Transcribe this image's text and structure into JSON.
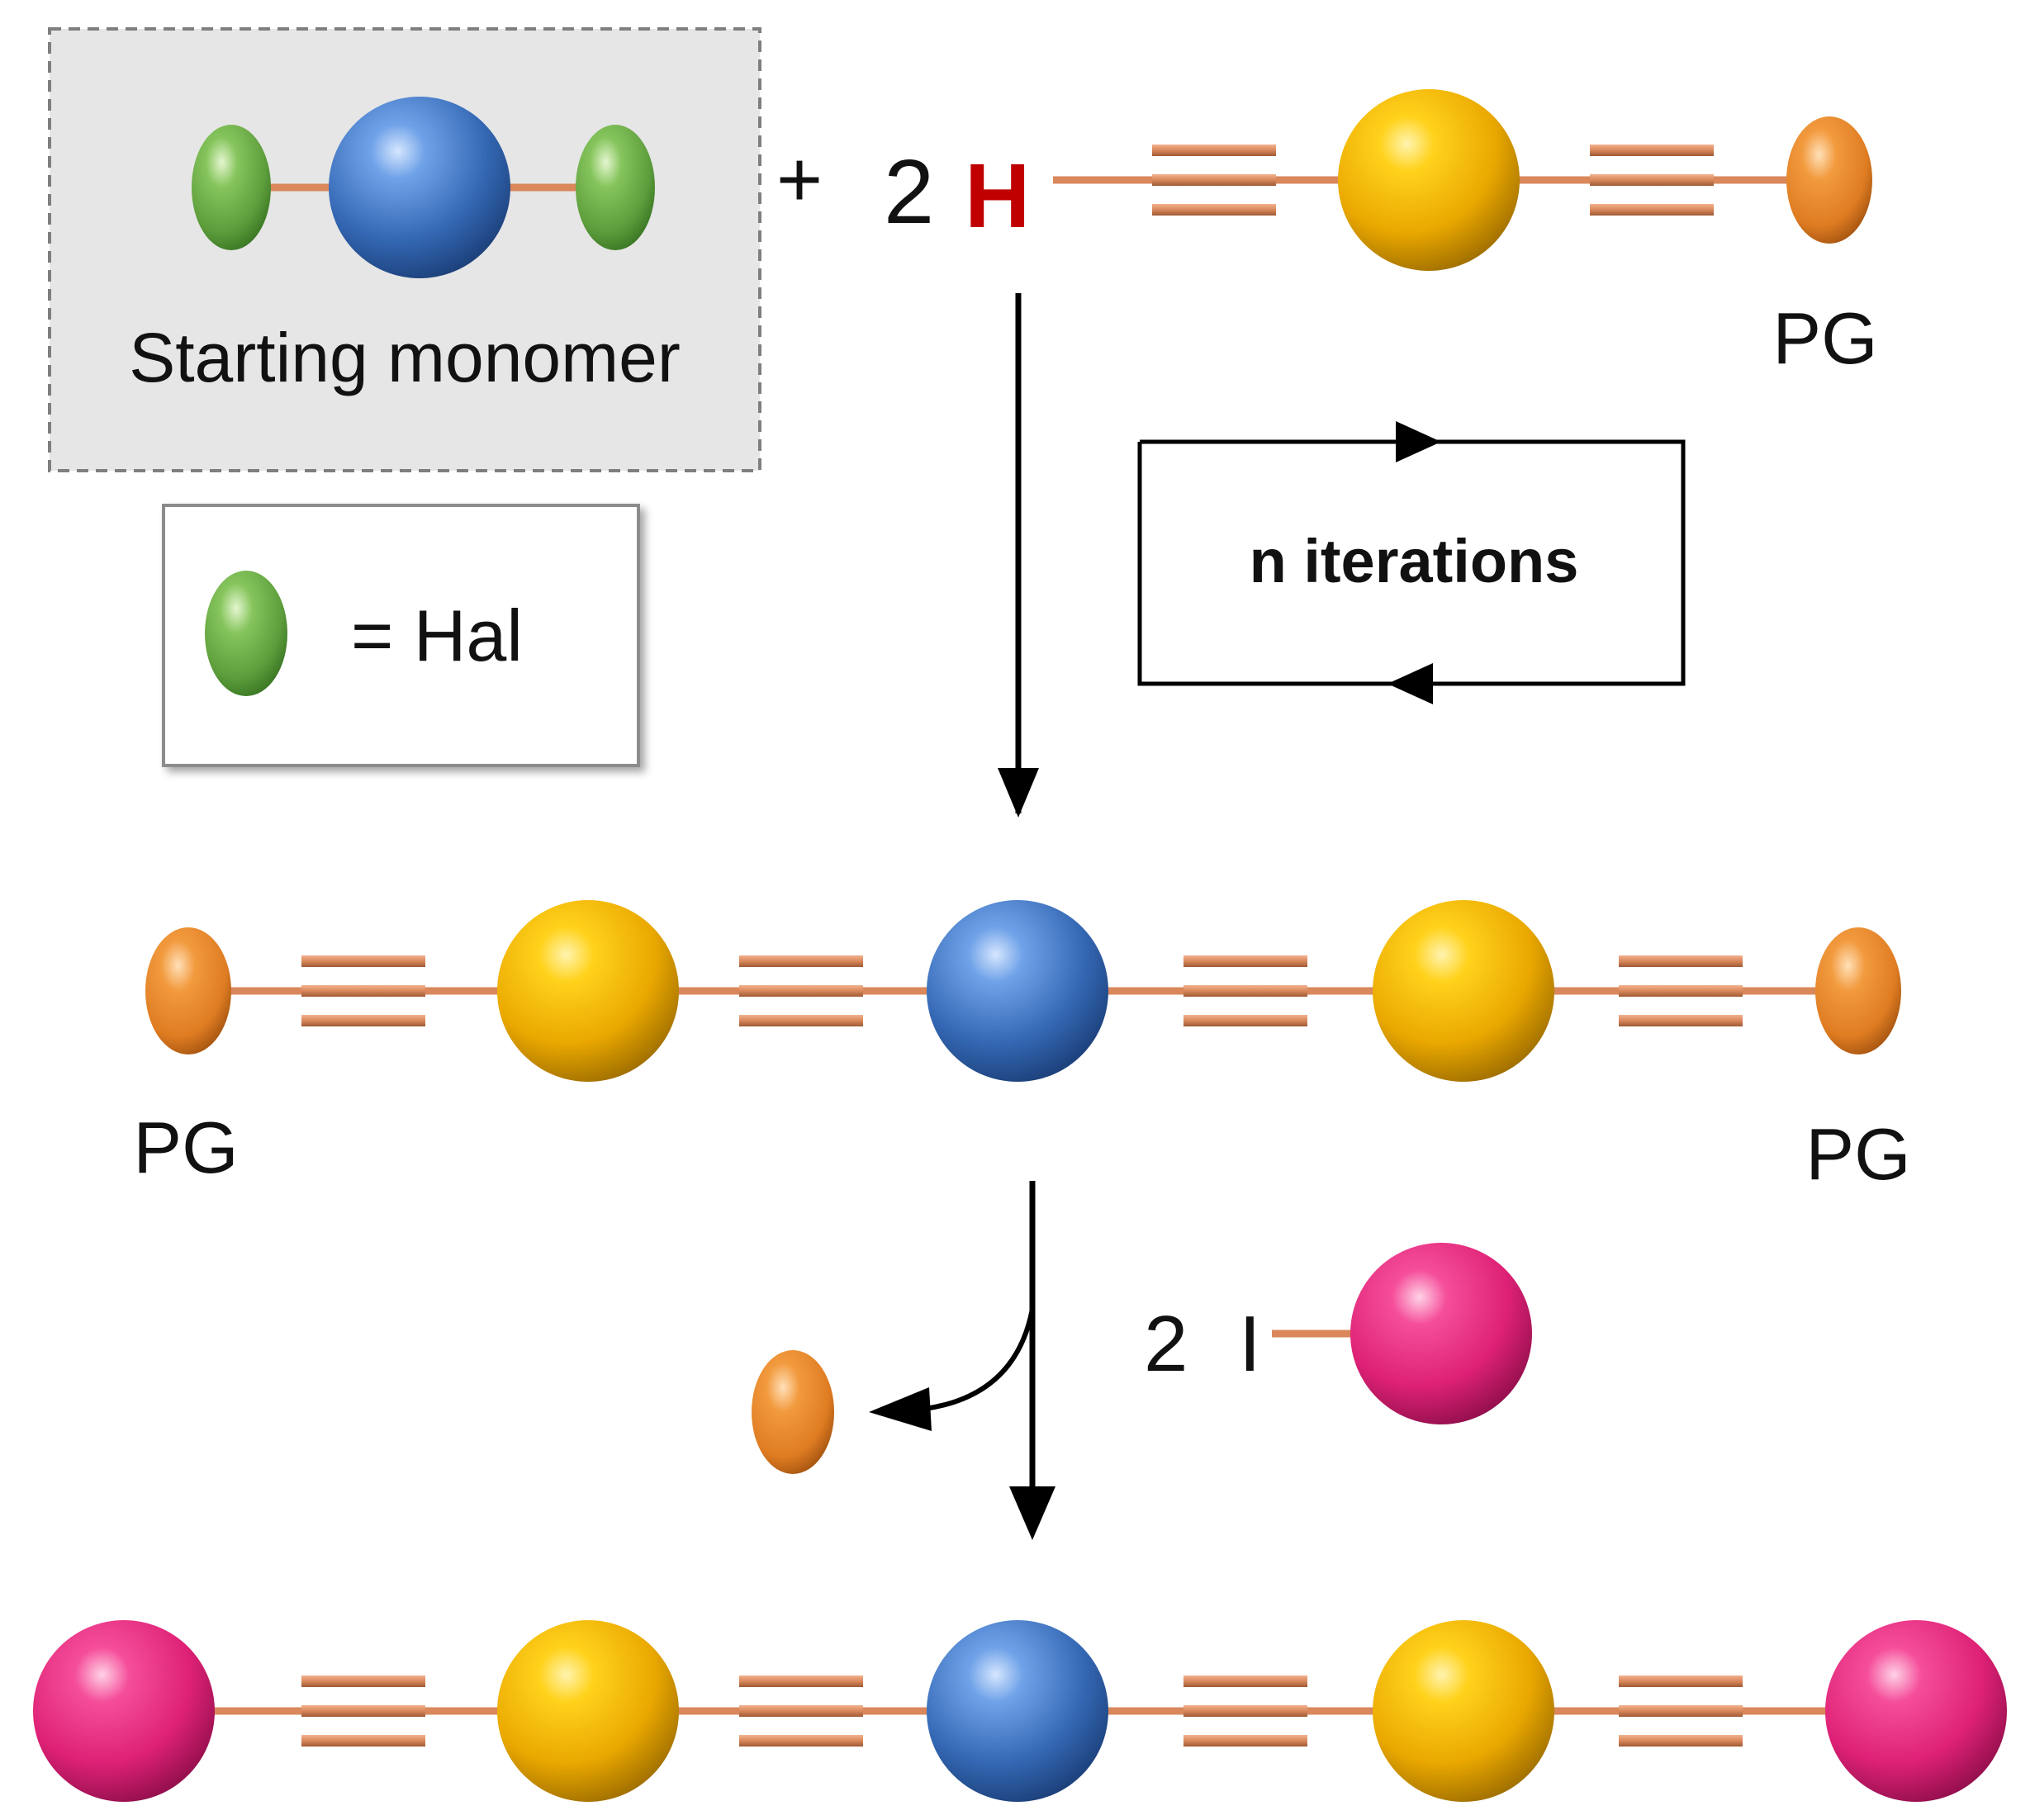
{
  "labels": {
    "starting_monomer": "Starting monomer",
    "plus": "+",
    "coefficient_top": "2",
    "h_atom": "H",
    "pg_top": "PG",
    "legend_hal": "= Hal",
    "n_iterations": "n iterations",
    "pg_left": "PG",
    "pg_right": "PG",
    "coefficient_iodide": "2",
    "iodine": "I"
  },
  "colors": {
    "halogen_green": "#6aa84f",
    "core_blue": "#3d78c9",
    "unit_gold": "#f5b800",
    "protecting_group_orange": "#e8852d",
    "end_cap_pink": "#e8287e",
    "bond_copper": "#d9875b",
    "h_red": "#c00000"
  },
  "icons": {
    "halogen": "green-ellipsoid-icon",
    "core": "blue-sphere-icon",
    "unit": "gold-sphere-icon",
    "protecting_group": "orange-ellipsoid-icon",
    "end_cap": "pink-sphere-icon",
    "alkyne": "triple-bond-icon",
    "arrow": "down-arrow-icon",
    "cycle": "iteration-loop-icon"
  }
}
